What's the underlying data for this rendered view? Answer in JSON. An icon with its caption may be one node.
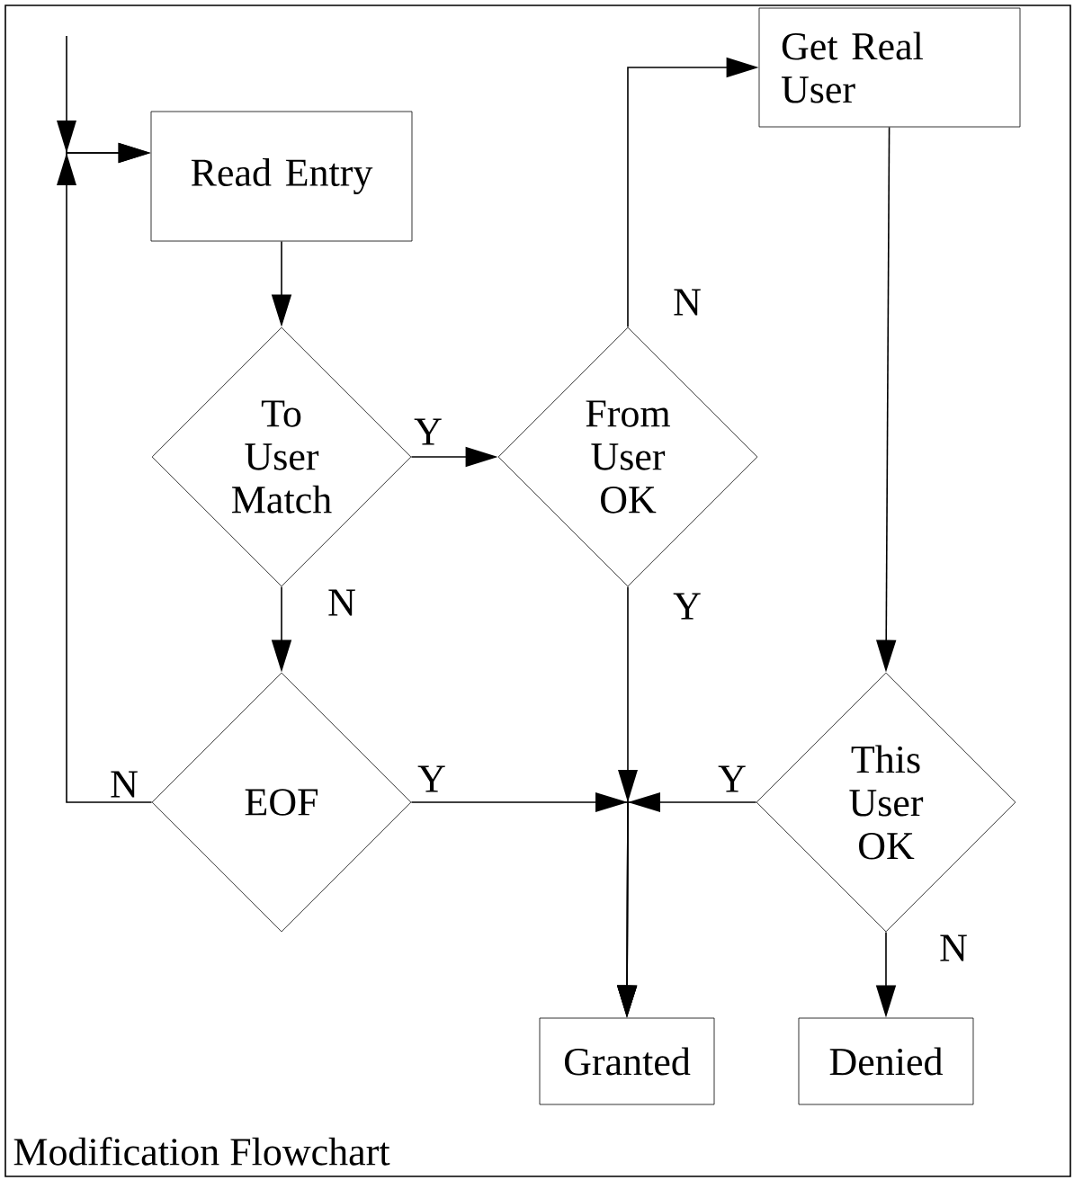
{
  "diagram": {
    "caption": "Modification Flowchart",
    "nodes": [
      {
        "text": [
          "Read Entry"
        ]
      },
      {
        "text": [
          "To User Match"
        ]
      },
      {
        "text": [
          "From User OK"
        ]
      },
      {
        "text": [
          "Get Real User"
        ]
      },
      {
        "text": [
          "EOF"
        ]
      },
      {
        "text": [
          "This User OK"
        ]
      },
      {
        "text": [
          "Granted"
        ]
      },
      {
        "text": [
          "Denied"
        ]
      }
    ],
    "edges": [
      {
        "from": null,
        "to": 0,
        "arrow": "to"
      },
      {
        "from": 0,
        "to": 1,
        "arrow": "to"
      },
      {
        "from": 1,
        "to": 2,
        "arrow": "to",
        "label": "Y"
      },
      {
        "from": 1,
        "to": 4,
        "arrow": "to",
        "label": "N"
      },
      {
        "from": 2,
        "to": 3,
        "arrow": "to",
        "label": "N"
      },
      {
        "from": 2,
        "to": 6,
        "arrow": "to",
        "label": "Y"
      },
      {
        "from": 3,
        "to": 5,
        "arrow": "to"
      },
      {
        "from": 4,
        "to": 0,
        "arrow": "to",
        "label": "N"
      },
      {
        "from": 4,
        "to": 6,
        "arrow": "to",
        "label": "Y"
      },
      {
        "from": 5,
        "to": 6,
        "arrow": "to",
        "label": "Y"
      },
      {
        "from": 5,
        "to": 7,
        "arrow": "to",
        "label": "N"
      }
    ]
  }
}
